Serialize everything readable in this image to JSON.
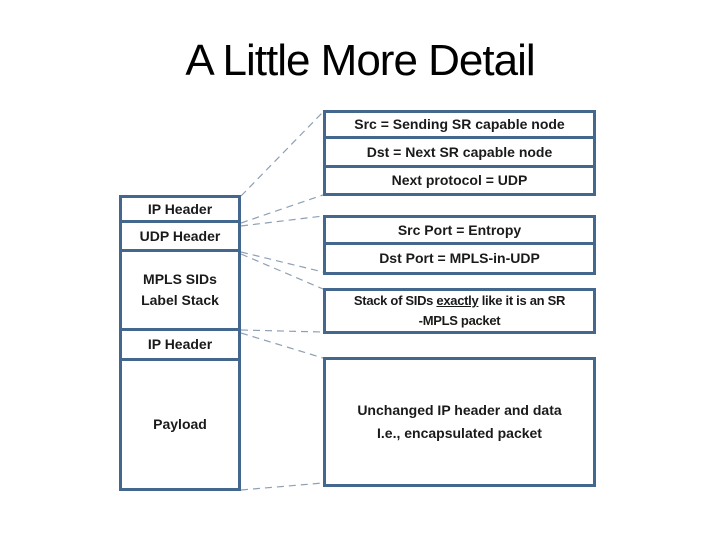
{
  "slide": {
    "title": "A Little More Detail"
  },
  "packet_stack": {
    "fields": [
      {
        "label": "IP Header"
      },
      {
        "label": "UDP Header"
      },
      {
        "label": "MPLS SIDs\nLabel Stack"
      },
      {
        "label": "IP Header"
      },
      {
        "label": "Payload"
      }
    ]
  },
  "annotations": {
    "ip_header_group": [
      "Src = Sending SR capable node",
      "Dst = Next SR capable node",
      "Next protocol = UDP"
    ],
    "udp_group": [
      "Src Port = Entropy",
      "Dst Port = MPLS-in-UDP"
    ],
    "sid_stack_note": {
      "line1_prefix": "Stack of SIDs ",
      "line1_emphasis": "exactly",
      "line1_suffix": " like it is an SR",
      "line2": "-MPLS packet"
    },
    "payload_note": {
      "line1": "Unchanged IP header and data",
      "line2": "I.e., encapsulated packet"
    }
  },
  "colors": {
    "background": "#ffffff",
    "title_text": "#000000",
    "box_border": "#44678E",
    "box_text": "#1a1a1a",
    "connector_dash": "#8FA0B4"
  },
  "connectors": [
    [
      241,
      196,
      323,
      112
    ],
    [
      241,
      223,
      323,
      195
    ],
    [
      241,
      226,
      323,
      216
    ],
    [
      241,
      252,
      323,
      272
    ],
    [
      241,
      254,
      323,
      289
    ],
    [
      241,
      330,
      323,
      332
    ],
    [
      241,
      333,
      323,
      358
    ],
    [
      241,
      490,
      323,
      483
    ]
  ]
}
